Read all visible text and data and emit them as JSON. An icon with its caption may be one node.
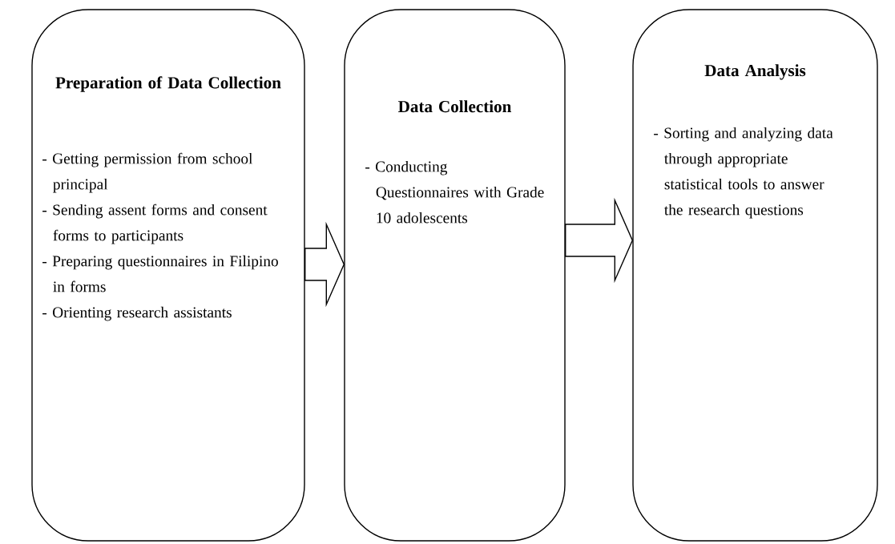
{
  "diagram": {
    "nodes": [
      {
        "text": [
          "Preparation of Data Collection",
          "- Getting permission from school principal",
          "- Sending assent forms and consent forms to participants",
          "- Preparing questionnaires in Filipino in forms",
          "- Orienting research assistants"
        ]
      },
      {
        "text": [
          "Data Collection",
          "- Conducting Questionnaires with Grade 10 adolescents"
        ]
      },
      {
        "text": [
          "Data Analysis",
          "- Sorting and analyzing data through appropriate statistical tools to answer the research questions"
        ]
      }
    ],
    "edges": [
      {
        "from": 0,
        "to": 1,
        "arrow": "to"
      },
      {
        "from": 1,
        "to": 2,
        "arrow": "to"
      }
    ]
  }
}
